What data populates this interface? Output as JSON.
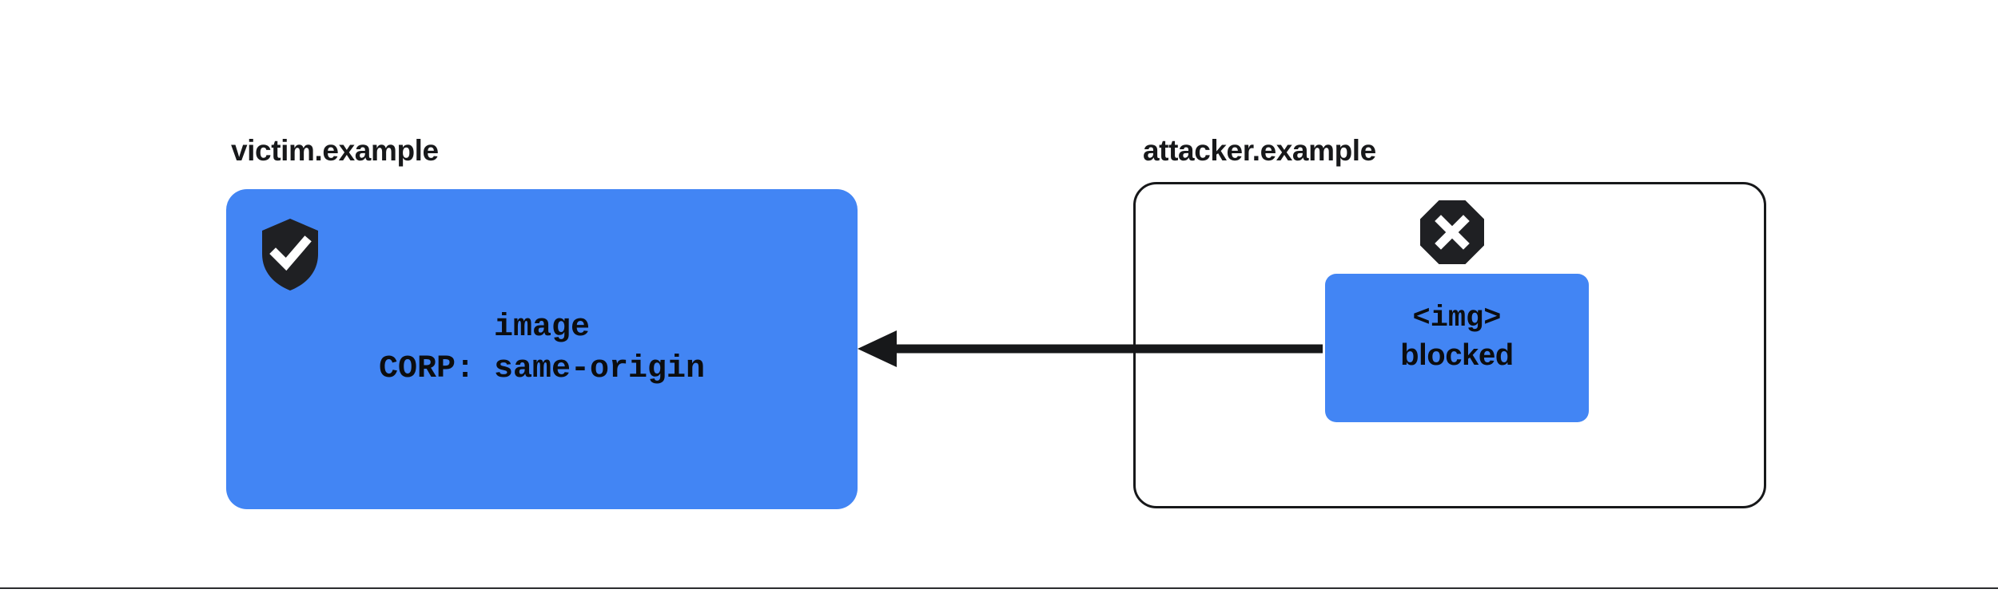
{
  "diagram": {
    "background_color": "#ffffff",
    "accent_color": "#4285f4",
    "ink_color": "#17181a",
    "victim": {
      "label": "victim.example",
      "badge_icon": "shield-check-icon",
      "resource_name": "image",
      "resource_header": "CORP: same-origin"
    },
    "attacker": {
      "label": "attacker.example",
      "badge_icon": "octagon-x-icon",
      "embed_tag": "<img>",
      "embed_status": "blocked"
    },
    "arrow": {
      "icon": "arrow-left-icon",
      "direction": "right-to-left",
      "label": ""
    }
  }
}
